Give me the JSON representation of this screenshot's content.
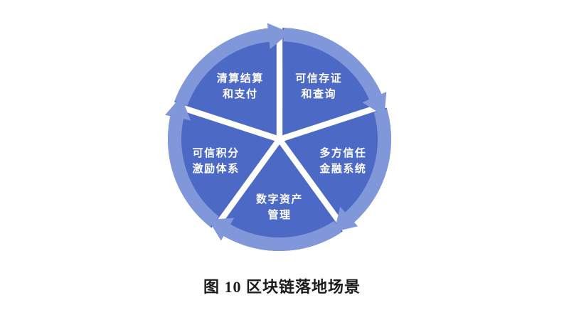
{
  "colors": {
    "background": "#ffffff",
    "segment_fill": "#4b69c5",
    "arrow_band": "#8098da",
    "label_text": "#ffffff",
    "caption_text": "#1c1c1c"
  },
  "diagram": {
    "type": "segmented-cycle",
    "direction": "clockwise",
    "segments": [
      {
        "id": "trusted-evidence-query",
        "label": [
          "可信存证",
          "和查询"
        ],
        "start_angle": 90,
        "end_angle": 18
      },
      {
        "id": "multiparty-trust-finance",
        "label": [
          "多方信任",
          "金融系统"
        ],
        "start_angle": 18,
        "end_angle": -54
      },
      {
        "id": "digital-asset-management",
        "label": [
          "数字资产",
          "管理"
        ],
        "start_angle": -54,
        "end_angle": -126
      },
      {
        "id": "trusted-points-incentive",
        "label": [
          "可信积分",
          "激励体系"
        ],
        "start_angle": -126,
        "end_angle": -198
      },
      {
        "id": "clearing-settlement-payment",
        "label": [
          "清算结算",
          "和支付"
        ],
        "start_angle": -198,
        "end_angle": -270
      }
    ]
  },
  "caption": {
    "text": "图 10 区块链落地场景"
  }
}
